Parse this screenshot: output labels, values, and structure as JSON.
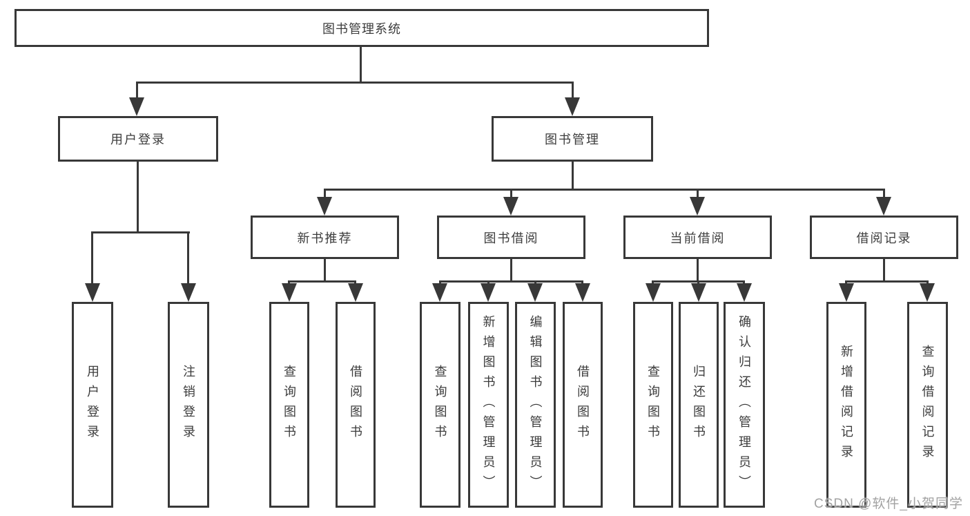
{
  "diagram": {
    "root_label": "图书管理系统",
    "level2": [
      {
        "label": "用户登录"
      },
      {
        "label": "图书管理"
      }
    ],
    "level3": [
      {
        "label": "新书推荐"
      },
      {
        "label": "图书借阅"
      },
      {
        "label": "当前借阅"
      },
      {
        "label": "借阅记录"
      }
    ],
    "leaves": {
      "user": [
        "用户登录",
        "注销登录"
      ],
      "recommend": [
        "查询图书",
        "借阅图书"
      ],
      "borrow": [
        "查询图书",
        "新增图书（管理员）",
        "编辑图书（管理员）",
        "借阅图书"
      ],
      "current": [
        "查询图书",
        "归还图书",
        "确认归还（管理员）"
      ],
      "record": [
        "新增借阅记录",
        "查询借阅记录"
      ]
    },
    "colors": {
      "line": "#383838",
      "text": "#3c3c3c",
      "background": "#ffffff",
      "watermark": "#a2a2a2"
    }
  },
  "watermark": {
    "text": "CSDN @软件_小贺同学"
  }
}
